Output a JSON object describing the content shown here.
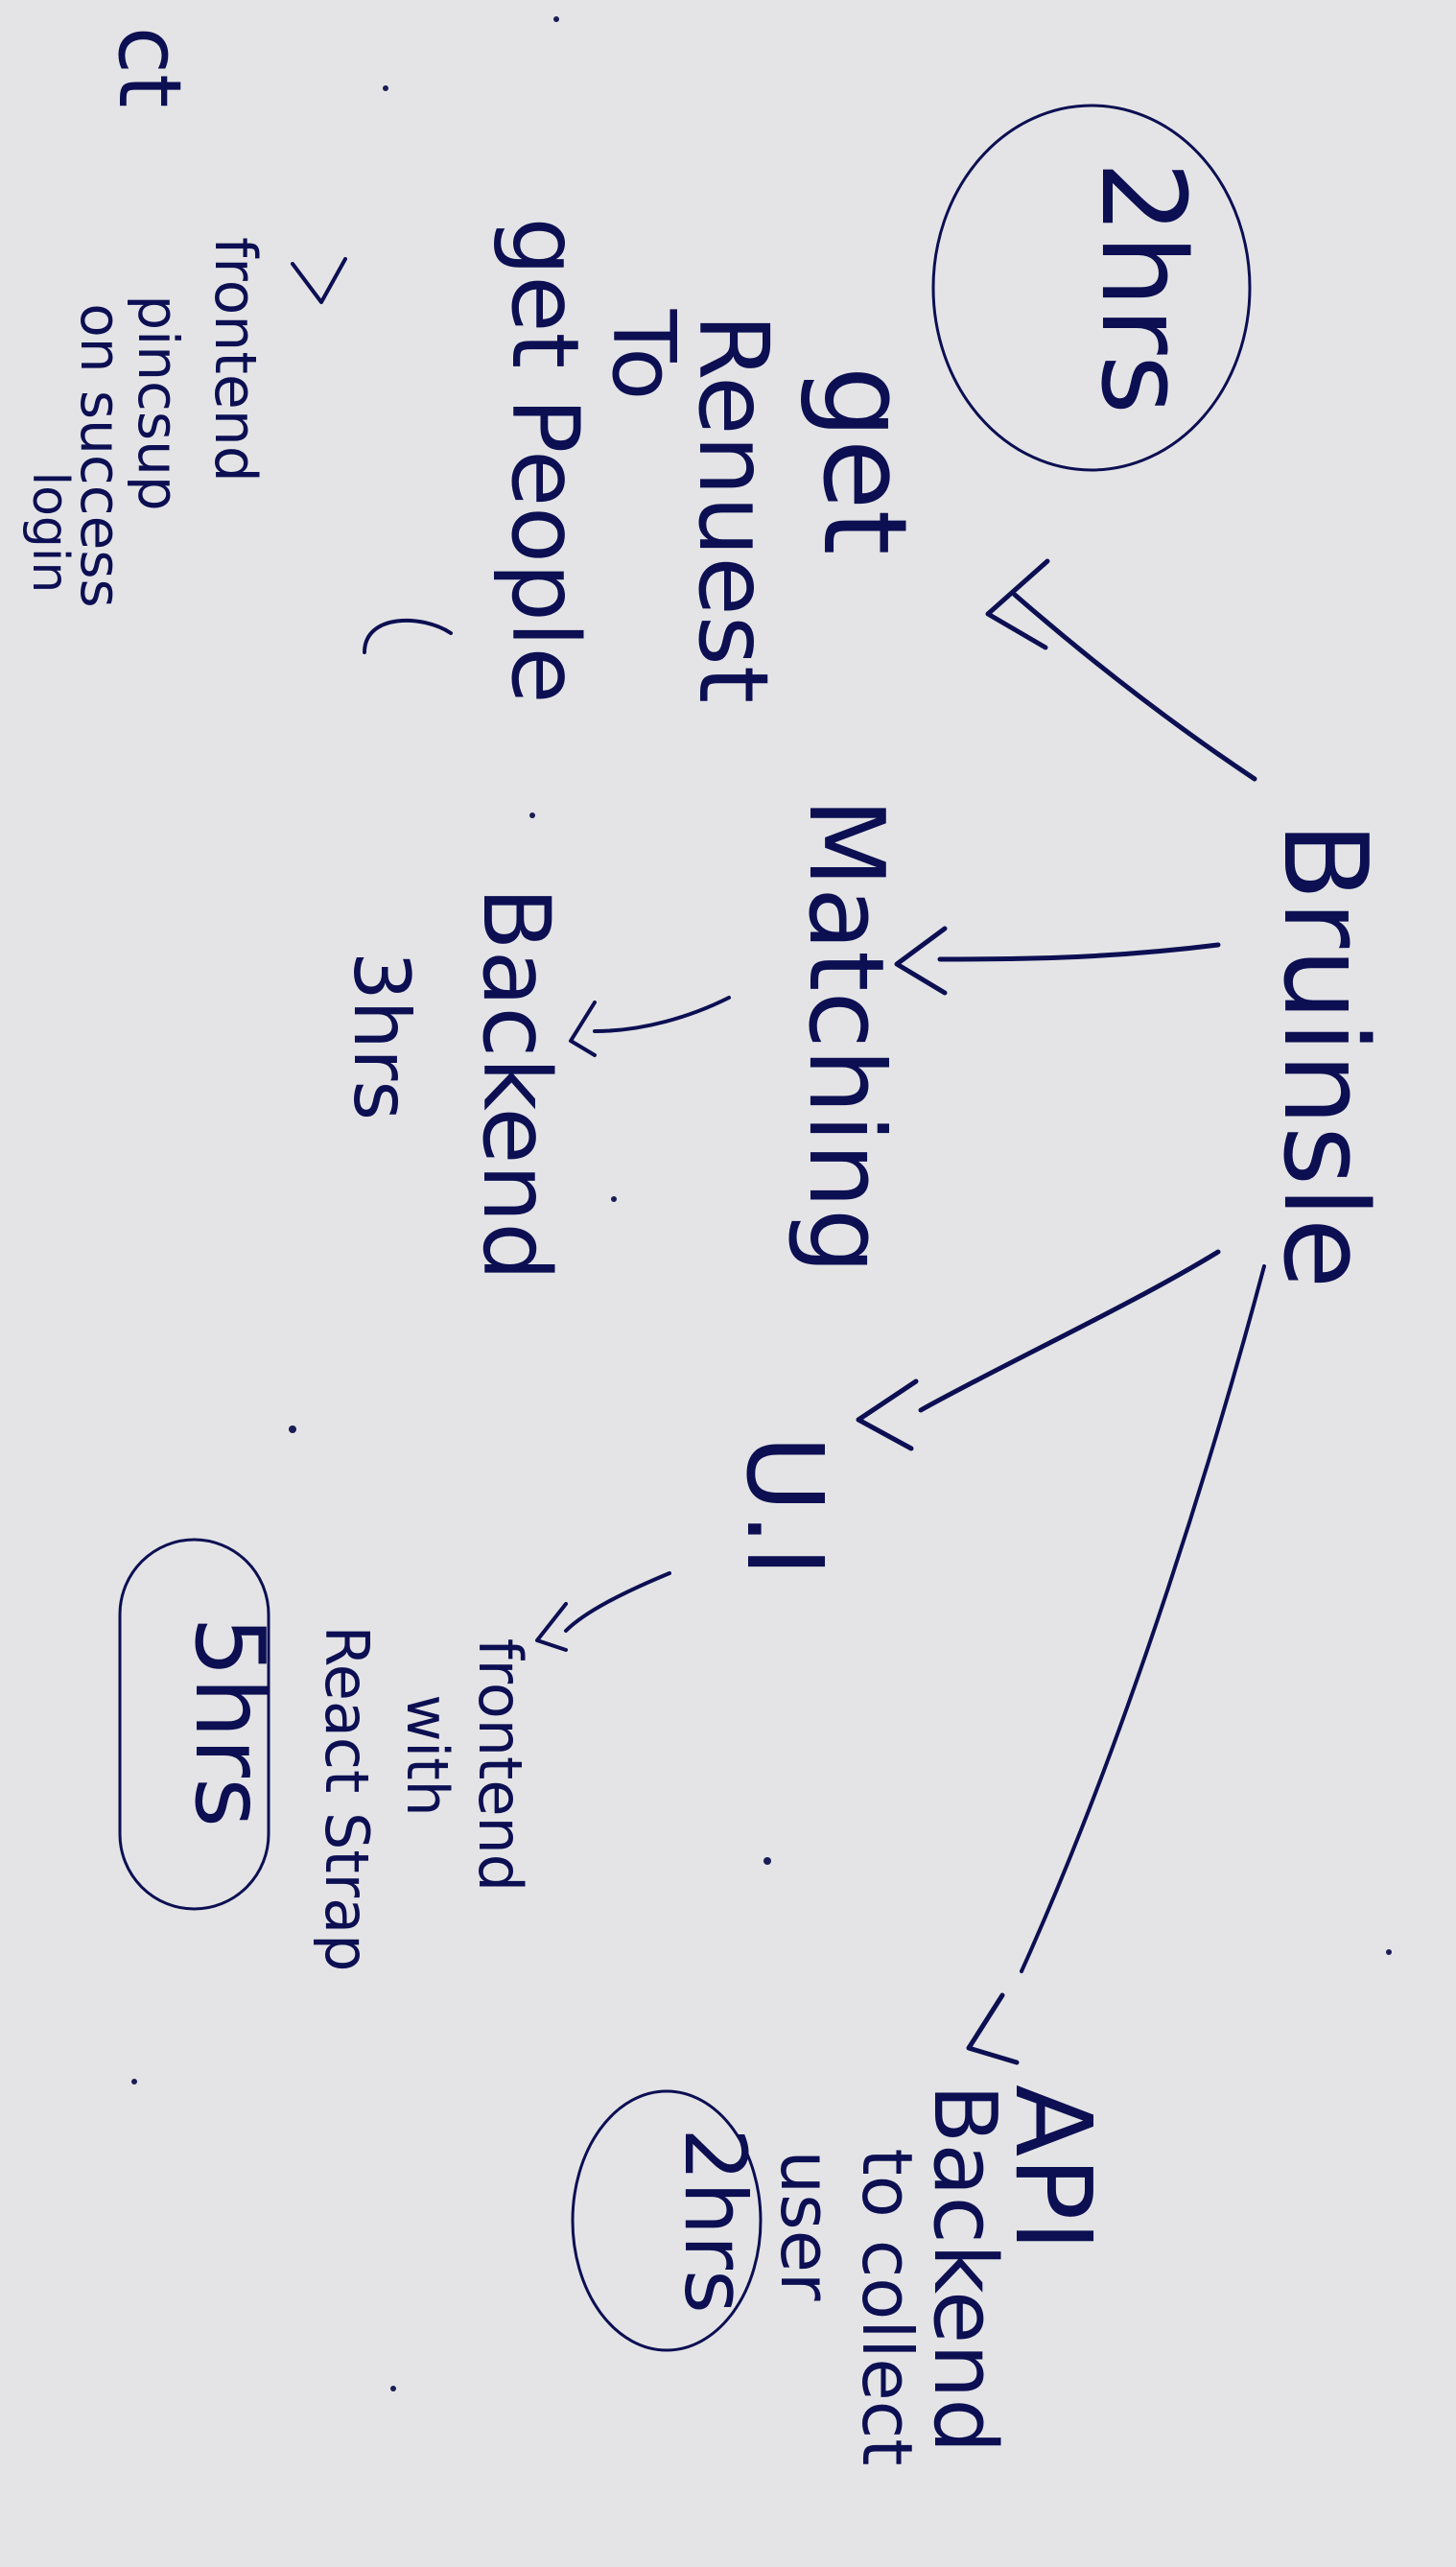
{
  "colors": {
    "background": "#e4e4e6",
    "ink": "#0c0f52"
  },
  "diagram": {
    "root": "Bruinsle",
    "branches": [
      {
        "id": "left",
        "estimate": "2hrs",
        "lines": [
          "get",
          "Renuest",
          "To",
          "get People",
          "frontend",
          "pincsup",
          "on success",
          "login"
        ],
        "side_note": "ct"
      },
      {
        "id": "middle",
        "lines": [
          "Matching",
          "Backend",
          "3hrs"
        ]
      },
      {
        "id": "ui",
        "lines": [
          "U.I",
          "frontend",
          "with",
          "React Strap"
        ],
        "estimate": "5hrs"
      },
      {
        "id": "api",
        "lines": [
          "API",
          "Backend",
          "to collect",
          "user"
        ],
        "estimate": "2hrs"
      }
    ]
  }
}
